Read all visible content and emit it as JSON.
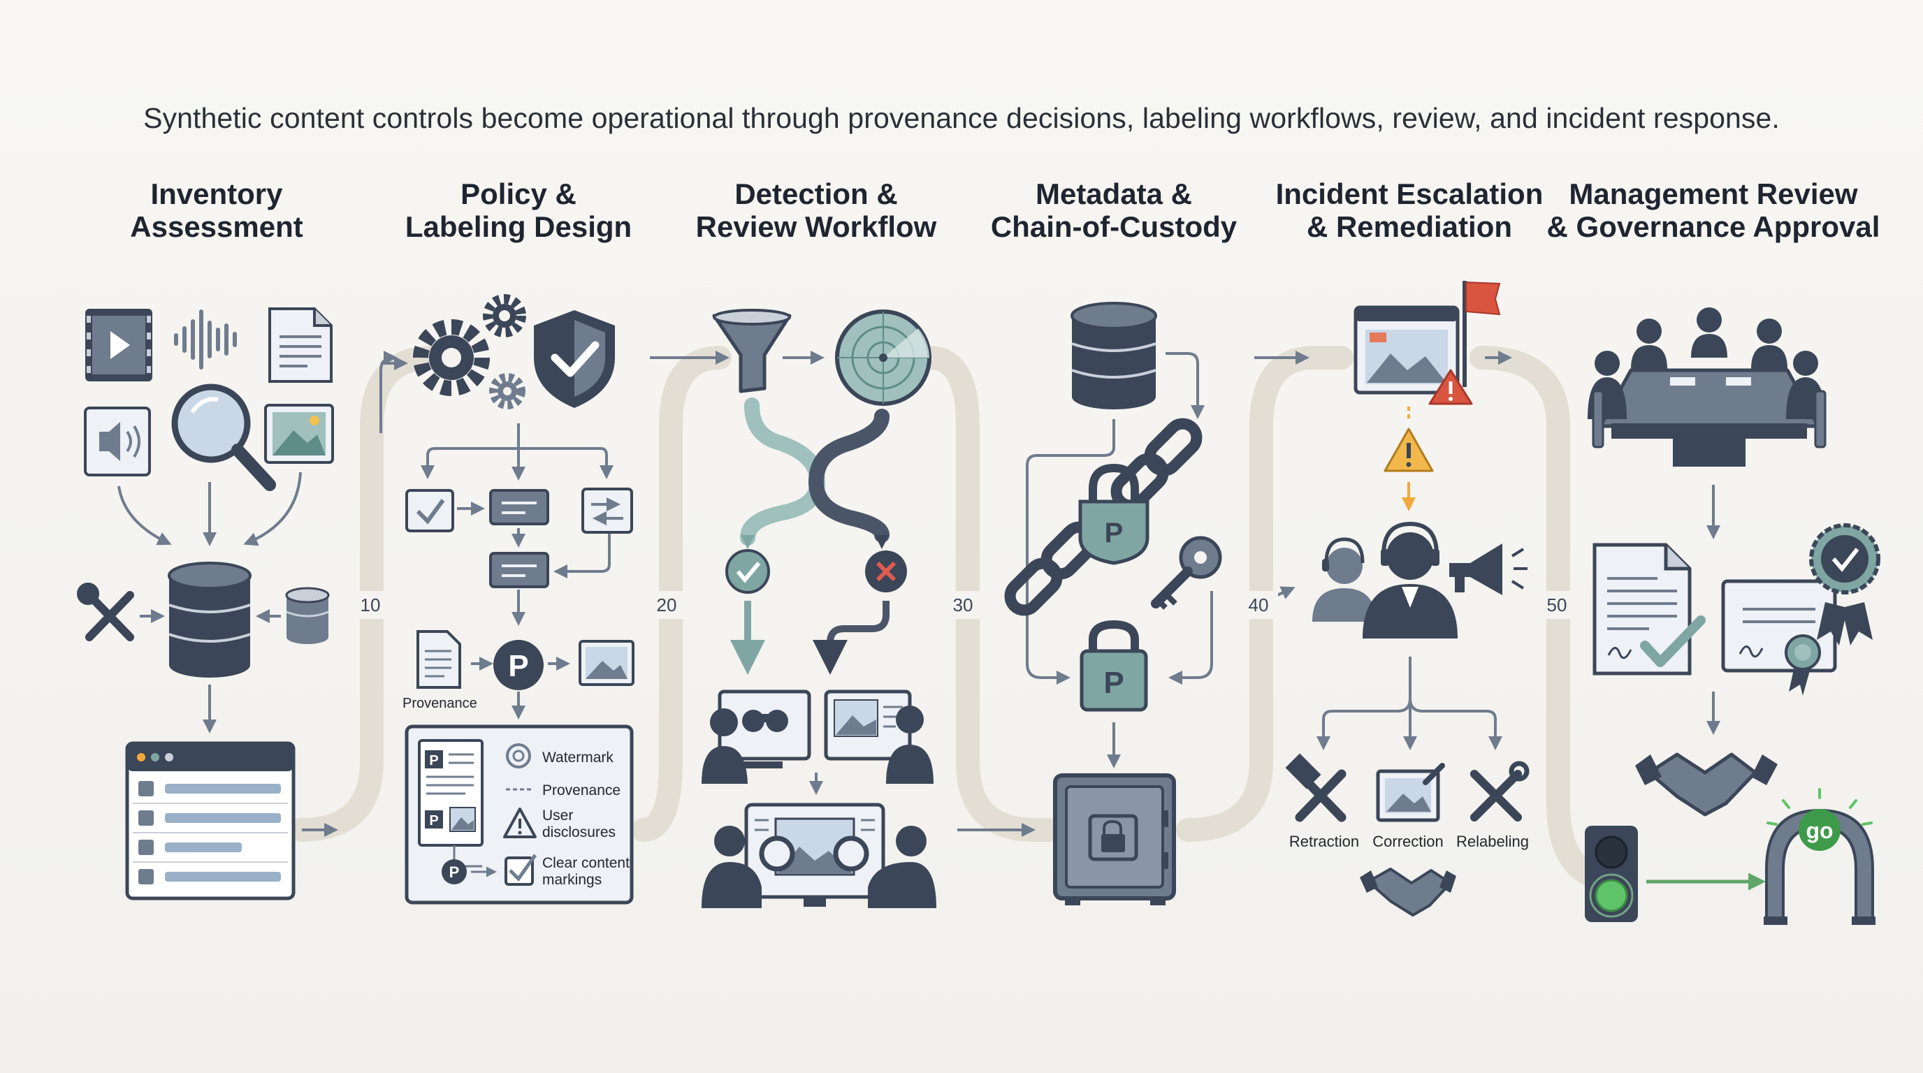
{
  "subtitle": "Synthetic content controls become operational through provenance decisions, labeling workflows, review, and incident response.",
  "stages": [
    {
      "title_line1": "Inventory",
      "title_line2": "Assessment"
    },
    {
      "title_line1": "Policy &",
      "title_line2": "Labeling Design"
    },
    {
      "title_line1": "Detection &",
      "title_line2": "Review Workflow"
    },
    {
      "title_line1": "Metadata &",
      "title_line2": "Chain-of-Custody"
    },
    {
      "title_line1": "Incident Escalation",
      "title_line2": "& Remediation"
    },
    {
      "title_line1": "Management Review",
      "title_line2": "& Governance Approval"
    }
  ],
  "connector_labels": [
    "10",
    "20",
    "30",
    "40",
    "50"
  ],
  "policy": {
    "provenance_label": "Provenance",
    "legend": {
      "watermark": "Watermark",
      "provenance": "Provenance",
      "user_disclosures_1": "User",
      "user_disclosures_2": "disclosures",
      "clear_markings_1": "Clear content",
      "clear_markings_2": "markings"
    },
    "p_badge": "P"
  },
  "metadata": {
    "p_badge": "P"
  },
  "remediation": {
    "options": [
      "Retraction",
      "Correction",
      "Relabeling"
    ]
  },
  "governance": {
    "go_label": "go"
  },
  "colors": {
    "navy": "#3b4658",
    "slate": "#6f7c8e",
    "light_slate": "#c9d0da",
    "teal": "#7fa6a3",
    "green": "#5fa56a",
    "red": "#c9423a",
    "amber": "#f2a93b",
    "pipe": "#e3ded3"
  }
}
